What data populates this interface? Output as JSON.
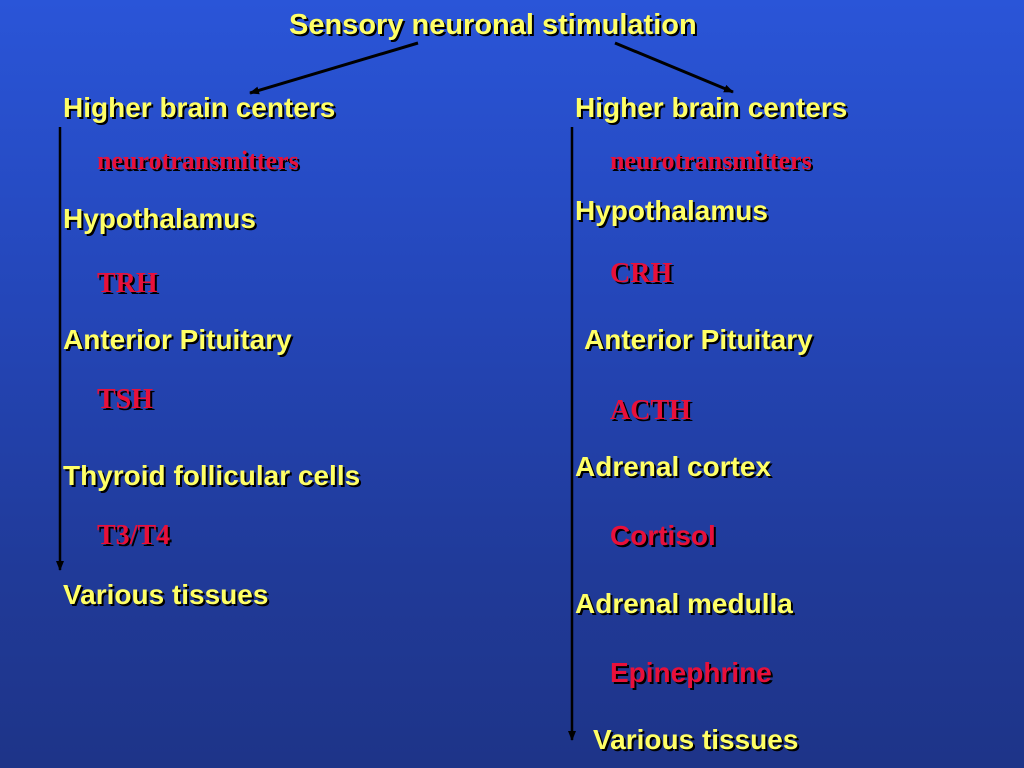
{
  "title": "Sensory neuronal stimulation",
  "left": {
    "steps": [
      "Higher brain centers",
      "neurotransmitters",
      "Hypothalamus",
      "TRH",
      "Anterior Pituitary",
      "TSH",
      "Thyroid follicular cells",
      "T3/T4",
      "Various tissues"
    ]
  },
  "right": {
    "steps": [
      "Higher brain centers",
      "neurotransmitters",
      "Hypothalamus",
      "CRH",
      "Anterior Pituitary",
      "ACTH",
      "Adrenal cortex",
      "Cortisol",
      "Adrenal medulla",
      "Epinephrine",
      "Various tissues"
    ]
  },
  "colors": {
    "text_primary": "#ffff66",
    "text_accent": "#e8103a",
    "background_top": "#2a55d8",
    "background_bottom": "#1e3488",
    "arrow": "#000000"
  }
}
